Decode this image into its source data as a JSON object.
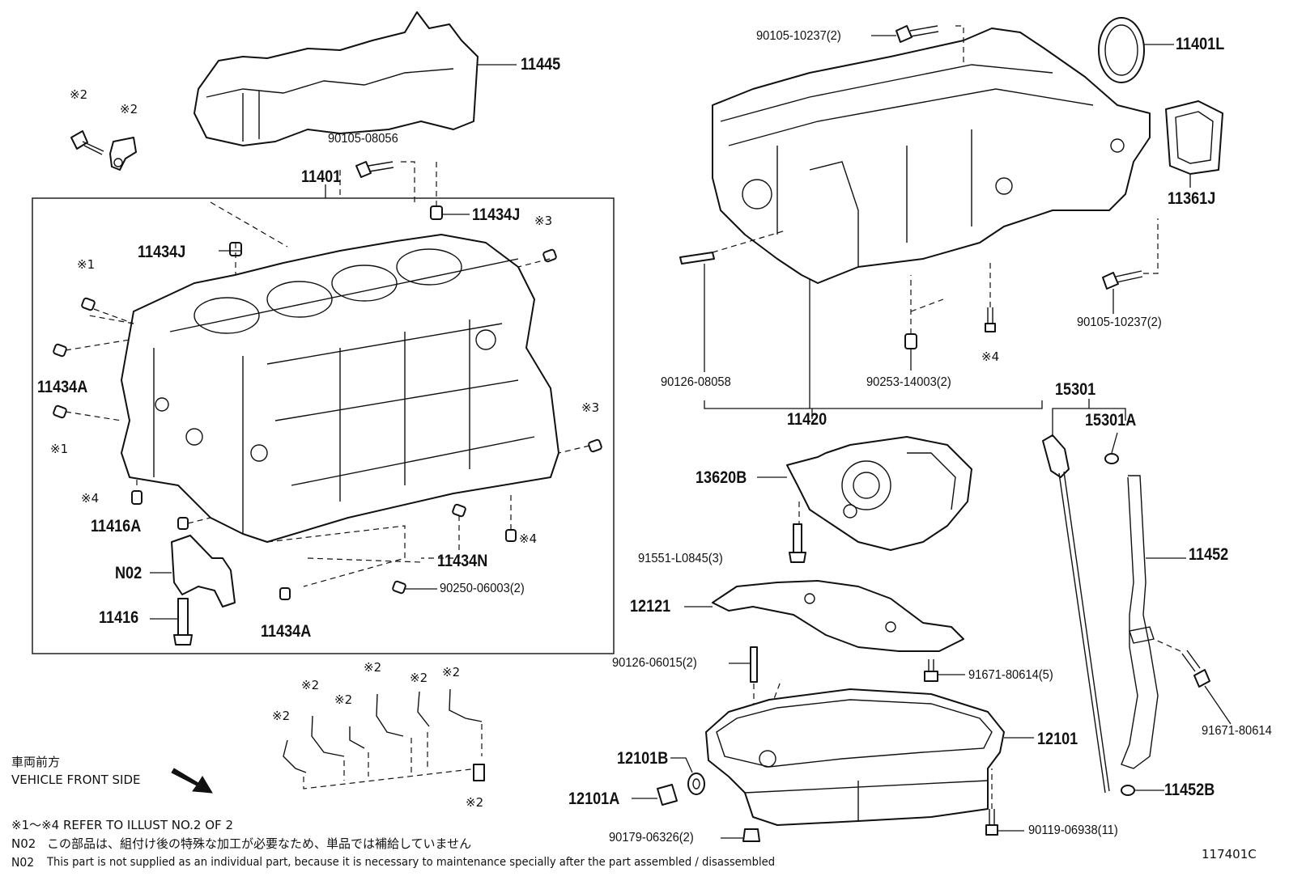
{
  "labels": {
    "p11445": "11445",
    "p11401": "11401",
    "p90105_08056": "90105-08056",
    "p11434J_top": "11434J",
    "p11434J_left": "11434J",
    "p11434A_left": "11434A",
    "p11416A": "11416A",
    "pN02": "N02",
    "p11416": "11416",
    "p11434A_bottom": "11434A",
    "p11434N": "11434N",
    "p90250": "90250-06003(2)",
    "p90105_10237_top": "90105-10237(2)",
    "p11401L": "11401L",
    "p11361J": "11361J",
    "p90105_10237_right": "90105-10237(2)",
    "p90126_08058": "90126-08058",
    "p90253": "90253-14003(2)",
    "p11420": "11420",
    "p15301": "15301",
    "p15301A": "15301A",
    "p13620B": "13620B",
    "p91551": "91551-L0845(3)",
    "p11452": "11452",
    "p12121": "12121",
    "p90126_06015": "90126-06015(2)",
    "p91671_80614_5": "91671-80614(5)",
    "p91671_80614": "91671-80614",
    "p12101": "12101",
    "p12101B": "12101B",
    "p12101A": "12101A",
    "p11452B": "11452B",
    "p90179": "90179-06326(2)",
    "p90119": "90119-06938(11)"
  },
  "markers": {
    "m2a": "※2",
    "m2b": "※2",
    "m1a": "※1",
    "m1b": "※1",
    "m3a": "※3",
    "m3b": "※3",
    "m4a": "※4",
    "m4b": "※4",
    "m4c": "※4",
    "m2c": "※2",
    "m2d": "※2",
    "m2e": "※2",
    "m2f": "※2",
    "m2g": "※2",
    "m2h": "※2",
    "m2i": "※2"
  },
  "notes": {
    "front_jp": "車両前方",
    "front_en": "VEHICLE FRONT SIDE",
    "refer": "※1～※4 REFER TO ILLUST NO.2 OF 2",
    "n02_jp_code": "N02",
    "n02_jp": "この部品は、組付け後の特殊な加工が必要なため、単品では補給していません",
    "n02_en_code": "N02",
    "n02_en": "This part is not supplied as an individual part, because it is necessary to maintenance specially after the part assembled / disassembled",
    "code": "117401C"
  }
}
